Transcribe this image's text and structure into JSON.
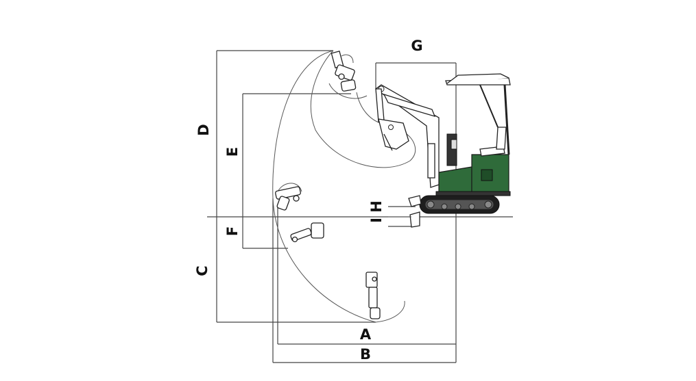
{
  "diagram": {
    "labels": {
      "A": "A",
      "B": "B",
      "C": "C",
      "D": "D",
      "E": "E",
      "F": "F",
      "G": "G",
      "H": "H",
      "I": "I"
    },
    "colors": {
      "machine_body": "#2f6b3a",
      "machine_body_dark": "#1f4d28",
      "lines": "#444444",
      "track": "#1e1e1e"
    }
  }
}
